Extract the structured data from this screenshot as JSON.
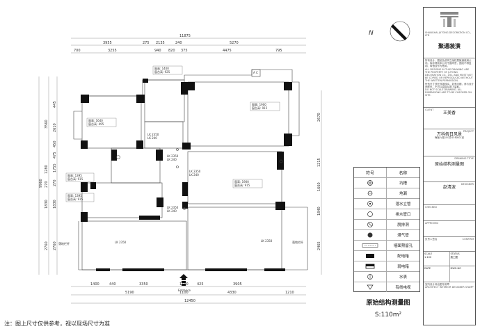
{
  "dims_top": {
    "total": "11875",
    "row2": [
      "3955",
      "275",
      "2135",
      "240",
      "5270"
    ],
    "row3": [
      "700",
      "3255",
      "940",
      "820",
      "375",
      "4475",
      "795"
    ]
  },
  "dims_bottom": {
    "row1": [
      "1400",
      "440",
      "3350",
      "1100",
      "425",
      "3905"
    ],
    "row2": [
      "5190",
      "1100",
      "4330",
      "1210"
    ],
    "total": "12450"
  },
  "dims_left": {
    "total": "9960",
    "segs": [
      "445",
      "2610",
      "450",
      "475",
      "1755",
      "270",
      "1830",
      "2760"
    ],
    "outer": [
      "3560",
      "1280",
      "270",
      "1830",
      "2760"
    ]
  },
  "dims_right": {
    "segs": [
      "2670",
      "1215",
      "1660",
      "1840",
      "2465"
    ]
  },
  "rooms": [
    {
      "h": "窗高: 1400",
      "s": "窗台高: 925"
    },
    {
      "h": "窗高: 1900",
      "s": "窗台高: 915"
    },
    {
      "h": "窗高: 1640",
      "s": "窗台高: 495"
    },
    {
      "h": "窗高: 1395",
      "s": "窗台高: 915"
    },
    {
      "h": "窗高: 1395",
      "s": "窗台高: 915"
    },
    {
      "h": "窗高: 1900",
      "s": "窗台高: 915"
    }
  ],
  "lk": {
    "a": "LK 2350",
    "b": "LK 240",
    "c": "LK 2350",
    "d": "LK 240",
    "e": "LK 2350",
    "f": "LK 240",
    "g": "LK 2350",
    "h": "LK 240",
    "i": "LK 2350",
    "j": "LK 2350"
  },
  "rail_left": "落地栏杆",
  "rail_right": "落地栏杆",
  "entrance": "Entrance",
  "ac": "A C",
  "compass": "N",
  "legend": {
    "header": [
      "符号",
      "名称"
    ],
    "items": [
      "坑槽",
      "地漏",
      "落水立管",
      "排水管口",
      "脱排洞",
      "煤气管",
      "墙面预留孔",
      "配电箱",
      "弱电箱",
      "水表",
      "有线电视"
    ]
  },
  "title_block": {
    "company_en": "SHANGHAI JUTONG DECORATION CO., LTD",
    "company_cn": "聚通装潢",
    "desc": "所有设计、图纸及说明之版权属聚通装潢公司。除非得到本公司书面同意，图纸不得复制、转借及作为他用。",
    "desc_en": "ALL DESIGNS IN THIS DRAWING ARE THE PROPERTY OF JUTONG DECORATION CO., LTD. AND MUST NOT BE COPIED OR REPRODUCED WITHOUT THE WRITTEN PERMISSION.",
    "notes_cn": "所有尺寸须在现场核实，如有问题，请与设计师联系，不可以直接从图上量取。",
    "notes_en": "DO NOT SCALE DRAWING. ALL DIMENSIONS ARE TO BE CHECKED ON SITE.",
    "client_label": "CLIENT",
    "client": "王美香",
    "project_label": "PROJECT",
    "project": "万科假日风景",
    "address": "梅陇六路100弄45号601室",
    "drawing_title_label": "DRAWING TITLE",
    "drawing_title": "原始结构测量图",
    "designer_label": "DESIGNER",
    "designer": "赵清波",
    "checked_label": "CHECKED",
    "approved_label": "APPROVED",
    "approved_mark": "负责人签名",
    "confirm": "CONFIRM",
    "scale_label": "SCALE",
    "scale": "1:100",
    "date_label": "DATE",
    "status_label": "STATUS",
    "status": "施工图",
    "drawing_no_label": "DWG.NO",
    "footer": "室内设计师出图专用章",
    "footer_en": "ARCHITECT INTERIOR DESIGNER STAMP"
  },
  "caption": "原始结构测量图",
  "area": "S:110m²",
  "note": "注：图上尺寸仅供参考，视以现场尺寸为准"
}
